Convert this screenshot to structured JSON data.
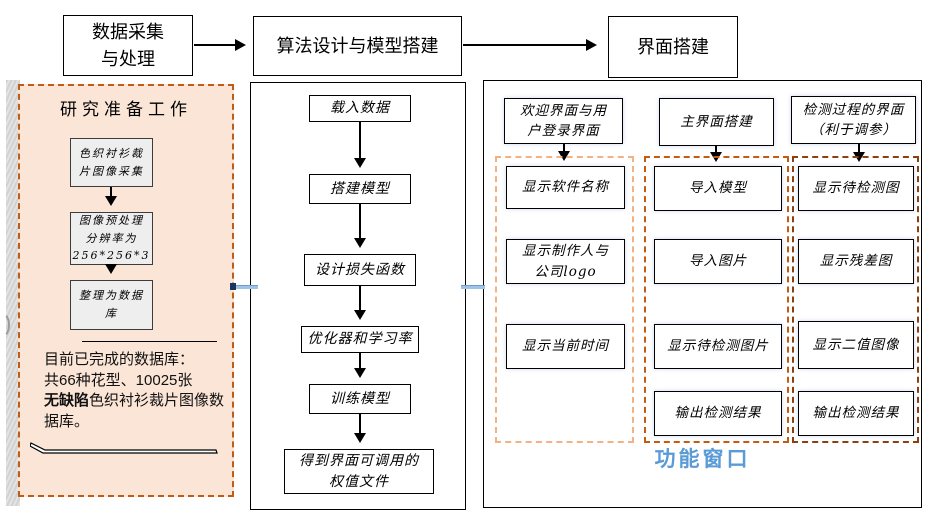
{
  "top_flow": {
    "nodes": [
      {
        "label": "数据采集\n与处理"
      },
      {
        "label": "算法设计与模型搭建"
      },
      {
        "label": "界面搭建"
      }
    ]
  },
  "left_panel": {
    "title": "研究准备工作",
    "steps": [
      "色织衬衫裁\n片图像采集",
      "图像预处理\n分辨率为\n256*256*3",
      "整理为数据\n库"
    ],
    "note": {
      "prefix": "目前已完成的数据库：\n共66种花型、10025张\n",
      "bold": "无缺陷",
      "suffix": "色织衬衫裁片图像数据库。"
    }
  },
  "mid_panel": {
    "steps": [
      "载入数据",
      "搭建模型",
      "设计损失函数",
      "优化器和学习率",
      "训练模型",
      "得到界面可调用的\n权值文件"
    ]
  },
  "right_panel": {
    "columns": [
      {
        "header": "欢迎界面与用\n户登录界面",
        "items": [
          "显示软件名称",
          "显示制作人与\n公司logo",
          "显示当前时间"
        ]
      },
      {
        "header": "主界面搭建",
        "items": [
          "导入模型",
          "导入图片",
          "显示待检测图片",
          "输出检测结果"
        ]
      },
      {
        "header": "检测过程的界面\n（利于调参）",
        "items": [
          "显示待检测图",
          "显示残差图",
          "显示二值图像",
          "输出检测结果"
        ]
      }
    ],
    "footer": "功能窗口"
  },
  "colors": {
    "panel_fill": "#FBE5D6",
    "panel_dash": "#BF5C16",
    "dash_light": "#F4B183",
    "dash_medium": "#C55A11",
    "dash_dark": "#8C4010",
    "accent_blue": "#5B9BD5",
    "connector_blue": "#9DC3E6",
    "anchor_navy": "#17375E"
  }
}
